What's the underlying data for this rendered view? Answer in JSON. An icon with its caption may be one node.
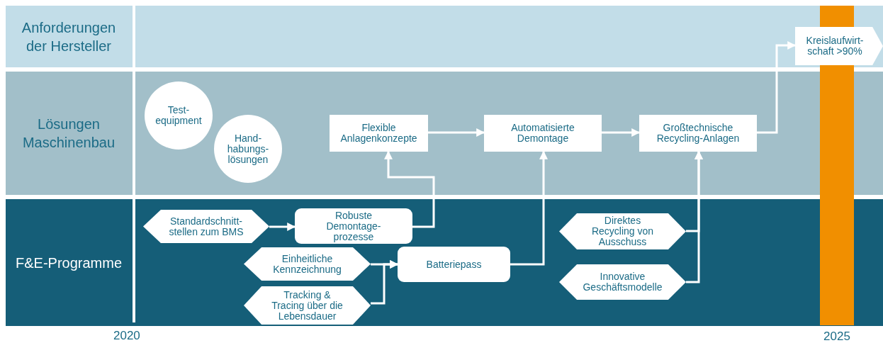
{
  "diagram": {
    "nodes": [
      {
        "text": [
          "Anforderungen der Hersteller"
        ]
      },
      {
        "text": [
          "Lösungen Maschinenbau"
        ]
      },
      {
        "text": [
          "F&E-Programme"
        ]
      },
      {
        "text": [
          "Kreislaufwirt-schaft >90%"
        ],
        "in": 0
      },
      {
        "text": [
          "Test-equipment"
        ],
        "in": 1
      },
      {
        "text": [
          "Hand-habungs-lösungen"
        ],
        "in": 1
      },
      {
        "text": [
          "Flexible Anlagenkonzepte"
        ],
        "in": 1
      },
      {
        "text": [
          "Automatisierte Demontage"
        ],
        "in": 1
      },
      {
        "text": [
          "Großtechnische Recycling-Anlagen"
        ],
        "in": 1
      },
      {
        "text": [
          "Standardschnitt-stellen zum BMS"
        ],
        "in": 2
      },
      {
        "text": [
          "Robuste Demontage-prozesse"
        ],
        "in": 2
      },
      {
        "text": [
          "Einheitliche Kennzeichnung"
        ],
        "in": 2
      },
      {
        "text": [
          "Tracking & Tracing über die Lebensdauer"
        ],
        "in": 2
      },
      {
        "text": [
          "Batteriepass"
        ],
        "in": 2
      },
      {
        "text": [
          "Direktes Recycling von Ausschuss"
        ],
        "in": 2
      },
      {
        "text": [
          "Innovative Geschäftsmodelle"
        ],
        "in": 2
      },
      {
        "text": [],
        "shape": "bar",
        "beside": [
          "2025"
        ]
      }
    ],
    "edges": [
      {
        "from": 9,
        "to": 10,
        "arrow": "to"
      },
      {
        "from": 10,
        "to": 6,
        "arrow": "to"
      },
      {
        "from": 6,
        "to": 7,
        "arrow": "to"
      },
      {
        "from": 7,
        "to": 8,
        "arrow": "to"
      },
      {
        "from": 8,
        "to": 3,
        "arrow": "to"
      },
      {
        "from": 11,
        "to": 13,
        "arrow": "to"
      },
      {
        "from": 12,
        "to": 13,
        "arrow": "to"
      },
      {
        "from": 13,
        "to": 7,
        "arrow": "to"
      },
      {
        "from": 14,
        "to": 8,
        "arrow": "to"
      },
      {
        "from": 15,
        "to": 8,
        "arrow": "to"
      }
    ],
    "labels": [
      "2020"
    ]
  }
}
